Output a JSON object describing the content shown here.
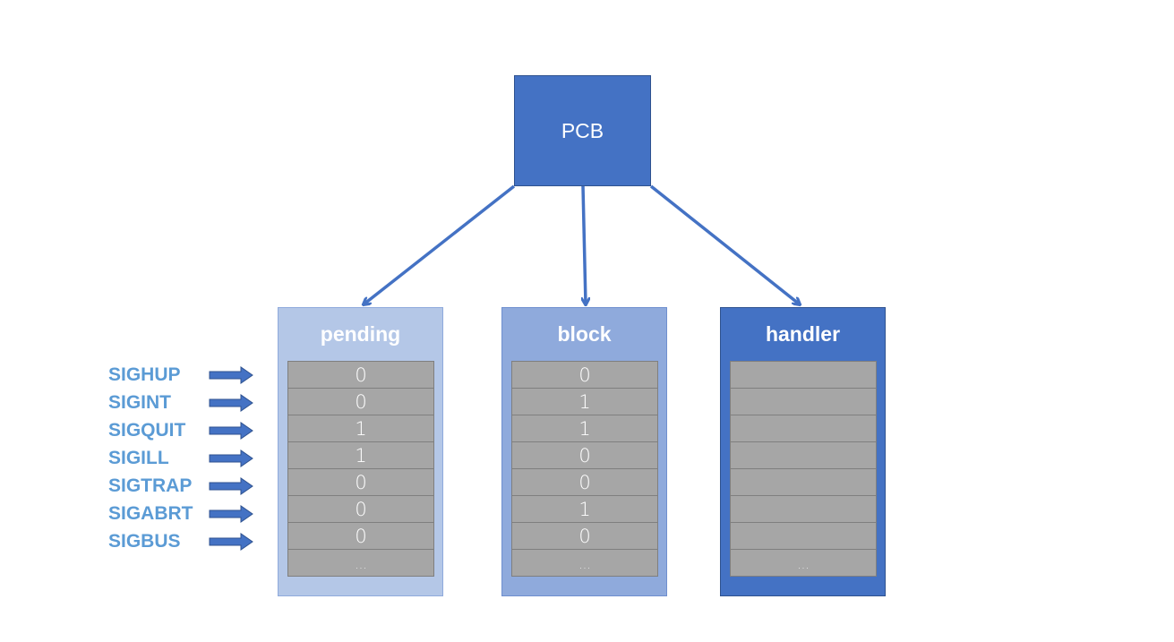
{
  "pcb": {
    "label": "PCB"
  },
  "tables": [
    {
      "title": "pending",
      "cells": [
        "0",
        "0",
        "1",
        "1",
        "0",
        "0",
        "0",
        "..."
      ]
    },
    {
      "title": "block",
      "cells": [
        "0",
        "1",
        "1",
        "0",
        "0",
        "1",
        "0",
        "..."
      ]
    },
    {
      "title": "handler",
      "cells": [
        "",
        "",
        "",
        "",
        "",
        "",
        "",
        "..."
      ]
    }
  ],
  "signals": [
    "SIGHUP",
    "SIGINT",
    "SIGQUIT",
    "SIGILL",
    "SIGTRAP",
    "SIGABRT",
    "SIGBUS"
  ],
  "colors": {
    "pcb": "#4472c4",
    "pending_bg": "#b4c7e7",
    "block_bg": "#8faadc",
    "handler_bg": "#4472c4",
    "cell": "#a6a6a6",
    "signal_text": "#5b9bd5",
    "arrow": "#4472c4"
  }
}
